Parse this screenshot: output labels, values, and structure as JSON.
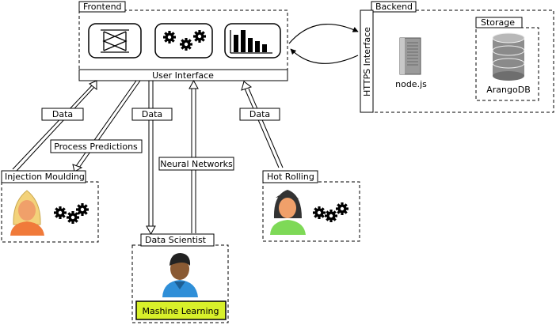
{
  "frontend": {
    "title": "Frontend",
    "ui_label": "User Interface"
  },
  "backend": {
    "title": "Backend",
    "https": "HTTPS Interface",
    "server": "node.js",
    "storage_title": "Storage",
    "database": "ArangoDB"
  },
  "actors": {
    "injection": "Injection Moulding",
    "hot_rolling": "Hot Rolling",
    "data_scientist": "Data Scientist",
    "ml_label": "Mashine Learning"
  },
  "flows": {
    "data_left": "Data",
    "predictions": "Process Predictions",
    "data_center": "Data",
    "neural": "Neural Networks",
    "data_right": "Data"
  },
  "colors": {
    "woman_hair": "#f3d27a",
    "woman_shirt": "#f07a3a",
    "dark_hair": "#333333",
    "green_shirt": "#7ed957",
    "scientist_shirt": "#2f8fd8",
    "scientist_skin": "#8a5a33",
    "ml_fill": "#d8f02a"
  },
  "icons": [
    "network-icon",
    "gears-icon",
    "bar-chart-icon",
    "server-icon",
    "database-icon"
  ]
}
